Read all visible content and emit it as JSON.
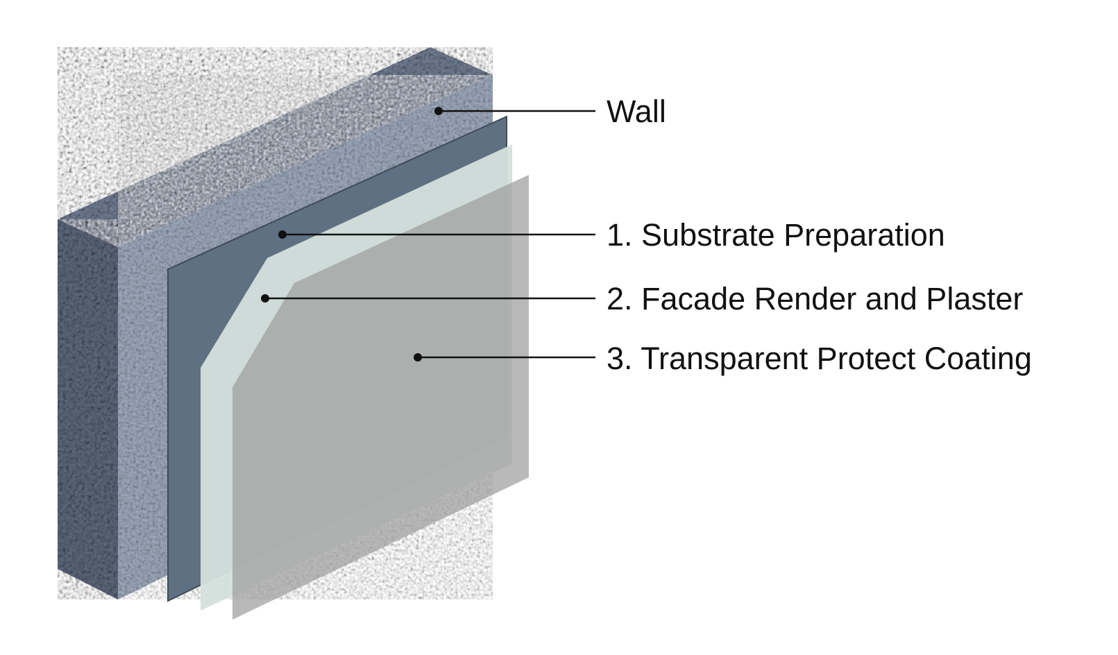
{
  "diagram": {
    "layers": [
      {
        "id": "wall",
        "label": "Wall"
      },
      {
        "id": "substrate",
        "label": "1. Substrate Preparation"
      },
      {
        "id": "render",
        "label": "2. Facade Render and Plaster"
      },
      {
        "id": "coating",
        "label": "3. Transparent Protect Coating"
      }
    ]
  },
  "colors": {
    "wall_stone": "#7d8a9e",
    "wall_side": "#5c6779",
    "substrate": "#5e7082",
    "render": "#d4e0dc",
    "coating": "#a9a9a9",
    "leader": "#111111"
  }
}
